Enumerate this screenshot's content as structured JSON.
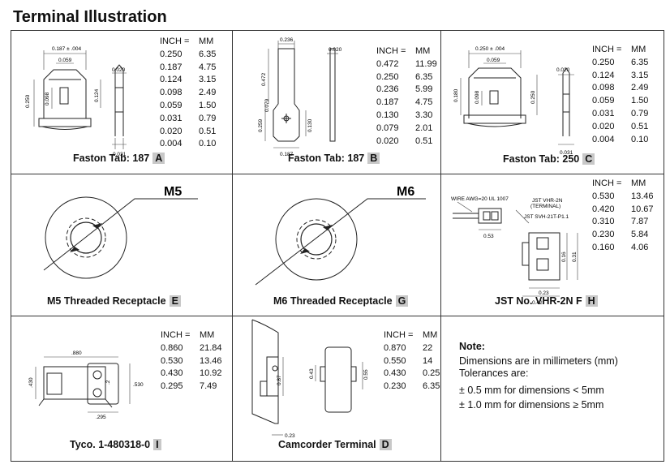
{
  "title": "Terminal Illustration",
  "hdr": {
    "inch": "INCH",
    "eq": "=",
    "mm": "MM"
  },
  "panels": {
    "A": {
      "caption": "Faston Tab: 187",
      "letter": "A",
      "rows": [
        [
          "0.250",
          "6.35"
        ],
        [
          "0.187",
          "4.75"
        ],
        [
          "0.124",
          "3.15"
        ],
        [
          "0.098",
          "2.49"
        ],
        [
          "0.059",
          "1.50"
        ],
        [
          "0.031",
          "0.79"
        ],
        [
          "0.020",
          "0.51"
        ],
        [
          "0.004",
          "0.10"
        ]
      ],
      "labels": {
        "top": "0.187 ± .004",
        "w": "0.059",
        "side": "0.020",
        "h": "0.250",
        "h2": "0.098",
        "h3": "0.124",
        "bot": "0.031"
      }
    },
    "B": {
      "caption": "Faston Tab: 187",
      "letter": "B",
      "rows": [
        [
          "0.472",
          "11.99"
        ],
        [
          "0.250",
          "6.35"
        ],
        [
          "0.236",
          "5.99"
        ],
        [
          "0.187",
          "4.75"
        ],
        [
          "0.130",
          "3.30"
        ],
        [
          "0.079",
          "2.01"
        ],
        [
          "0.020",
          "0.51"
        ]
      ],
      "labels": {
        "top": "0.236",
        "side": "0.020",
        "h1": "0.472",
        "h2": "0.259",
        "h3": "0.079",
        "h4": "0.130",
        "bot": "0.187"
      }
    },
    "C": {
      "caption": "Faston Tab: 250",
      "letter": "C",
      "rows": [
        [
          "0.250",
          "6.35"
        ],
        [
          "0.124",
          "3.15"
        ],
        [
          "0.098",
          "2.49"
        ],
        [
          "0.059",
          "1.50"
        ],
        [
          "0.031",
          "0.79"
        ],
        [
          "0.020",
          "0.51"
        ],
        [
          "0.004",
          "0.10"
        ]
      ],
      "labels": {
        "top": "0.250 ± .004",
        "w": "0.059",
        "side": "0.020",
        "h": "0.180",
        "h2": "0.098",
        "h3": "0.250",
        "bot": "0.031"
      }
    },
    "E": {
      "caption": "M5 Threaded Receptacle",
      "letter": "E",
      "size": "M5"
    },
    "G": {
      "caption": "M6 Threaded Receptacle",
      "letter": "G",
      "size": "M6"
    },
    "H": {
      "caption": "JST No. VHR-2N F",
      "letter": "H",
      "rows": [
        [
          "0.530",
          "13.46"
        ],
        [
          "0.420",
          "10.67"
        ],
        [
          "0.310",
          "7.87"
        ],
        [
          "0.230",
          "5.84"
        ],
        [
          "0.160",
          "4.06"
        ]
      ],
      "labels": {
        "wire": "WIRE AWG=20 UL 1007",
        "conn": "JST VHR-2N",
        "term": "(TERMINAL)",
        "svh": "JST SVH-21T-P1.1",
        "d1": "0.53",
        "d2": "0.16",
        "d3": "0.31",
        "d4": "0.23",
        "d5": "0.42"
      }
    },
    "I": {
      "caption": "Tyco. 1-480318-0",
      "letter": "I",
      "rows": [
        [
          "0.860",
          "21.84"
        ],
        [
          "0.530",
          "13.46"
        ],
        [
          "0.430",
          "10.92"
        ],
        [
          "0.295",
          "7.49"
        ]
      ],
      "labels": {
        "w": ".880",
        "h": ".430",
        "r": ".530",
        "b": ".295",
        "s": ".2"
      }
    },
    "D": {
      "caption": "Camcorder Terminal",
      "letter": "D",
      "rows": [
        [
          "0.870",
          "22"
        ],
        [
          "0.550",
          "14"
        ],
        [
          "0.430",
          "0.25"
        ],
        [
          "0.230",
          "6.35"
        ]
      ],
      "labels": {
        "a": "0.87",
        "b": "0.43",
        "c": "0.55",
        "d": "0.23"
      }
    }
  },
  "note": {
    "title": "Note:",
    "line1": "Dimensions are in millimeters (mm)",
    "line2": "Tolerances are:",
    "tol1": "± 0.5 mm  for dimensions < 5mm",
    "tol2": "± 1.0 mm  for dimensions ≥ 5mm"
  }
}
